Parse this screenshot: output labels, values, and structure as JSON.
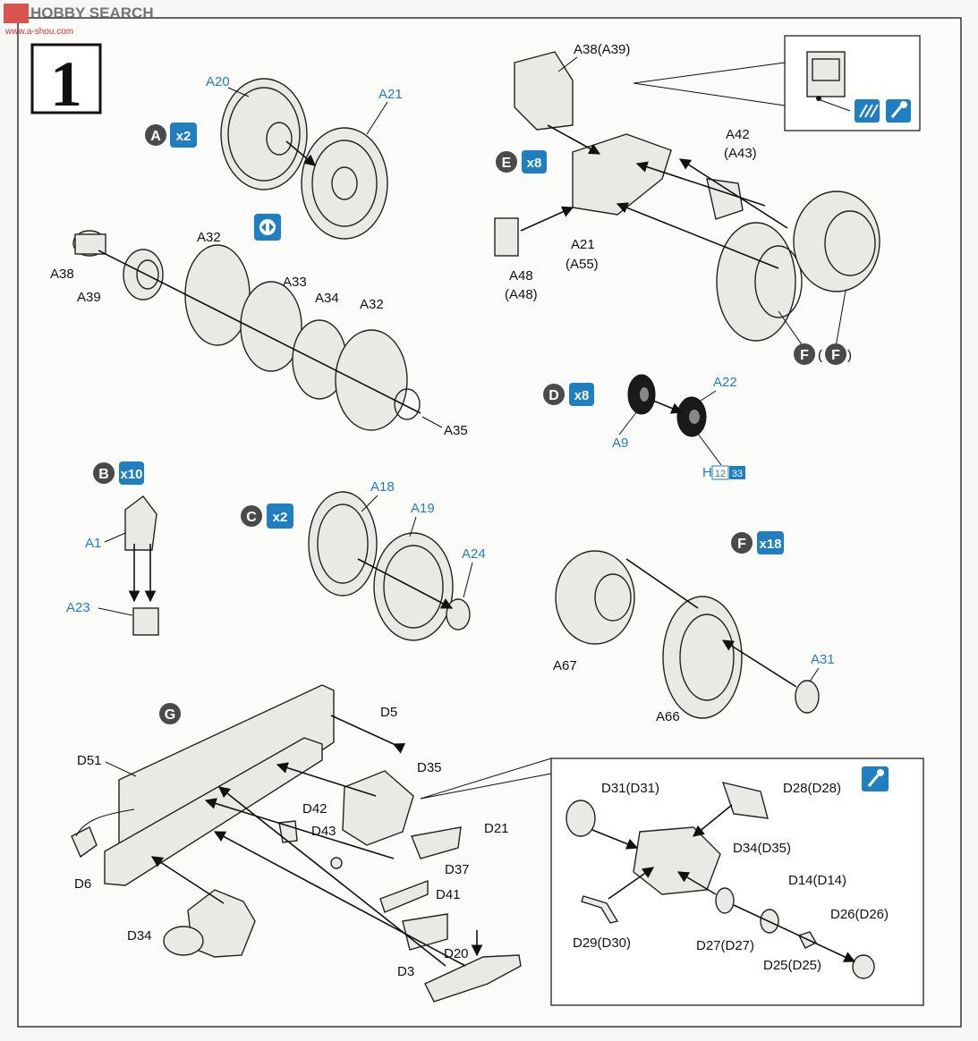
{
  "watermark": {
    "brand": "HOBBY SEARCH",
    "sub_glyphs": "",
    "url": "www.a-shou.com"
  },
  "step_number": "1",
  "colors": {
    "accent_blue": "#1f7fc0",
    "badge_grey": "#4a4a4a",
    "ink": "#111111"
  },
  "sub_assemblies": {
    "A": {
      "letter": "A",
      "mult": "x2"
    },
    "B": {
      "letter": "B",
      "mult": "x10"
    },
    "C": {
      "letter": "C",
      "mult": "x2"
    },
    "D": {
      "letter": "D",
      "mult": "x8"
    },
    "E": {
      "letter": "E",
      "mult": "x8"
    },
    "F": {
      "letter": "F",
      "mult": "x18"
    },
    "G": {
      "letter": "G"
    }
  },
  "callouts": {
    "f_ref_left": "F",
    "f_ref_paren": "F",
    "paint_ref": {
      "prefix": "H",
      "n1": "12",
      "n2": "33"
    }
  },
  "labels": {
    "A20": "A20",
    "A21_top": "A21",
    "A38_left": "A38",
    "A39_left": "A39",
    "A32_left": "A32",
    "A33": "A33",
    "A34": "A34",
    "A32_right": "A32",
    "A35": "A35",
    "A38_A39": "A38(A39)",
    "A42": "A42",
    "A43": "(A43)",
    "A21_mid": "A21",
    "A55": "(A55)",
    "A48": "A48",
    "A48p": "(A48)",
    "A22": "A22",
    "A9": "A9",
    "A1": "A1",
    "A23": "A23",
    "A18": "A18",
    "A19": "A19",
    "A24": "A24",
    "A67": "A67",
    "A66": "A66",
    "A31": "A31",
    "D5": "D5",
    "D51": "D51",
    "D35": "D35",
    "D42": "D42",
    "D43": "D43",
    "D21": "D21",
    "D6": "D6",
    "D37": "D37",
    "D41": "D41",
    "D34": "D34",
    "D20": "D20",
    "D3": "D3",
    "D31": "D31(D31)",
    "D28": "D28(D28)",
    "D34D35": "D34(D35)",
    "D14": "D14(D14)",
    "D26": "D26(D26)",
    "D29": "D29(D30)",
    "D27": "D27(D27)",
    "D25": "D25(D25)"
  },
  "icons": [
    "rotate-both-sides-icon",
    "paint-brush-icon",
    "glue-icon"
  ]
}
